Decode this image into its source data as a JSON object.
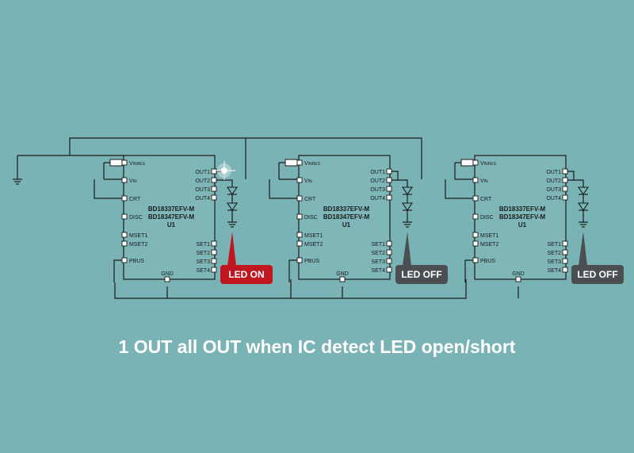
{
  "caption": "1 OUT all OUT when IC detect LED open/short",
  "colors": {
    "background": "#79b3b5",
    "ic_fill": "#7fb7b9",
    "wire": "#1a1a1a",
    "led_on_badge": "#c0161f",
    "led_off_badge": "#4b4f51"
  },
  "icons": [
    "resistor-icon",
    "led-diode-icon",
    "ground-icon",
    "led-glow-icon"
  ],
  "chips": [
    {
      "part_line1": "BD18337EFV-M",
      "part_line2": "BD18347EFV-M",
      "designator": "U1",
      "pins_left": [
        "V",
        "V",
        "CRT",
        "DISC",
        "MSET1",
        "MSET2",
        "PBUS"
      ],
      "pins_left_sub": [
        "INRES",
        "IN",
        "",
        "",
        "",
        "",
        ""
      ],
      "pins_right": [
        "OUT1",
        "OUT2",
        "OUT3",
        "OUT4",
        "SET1",
        "SET2",
        "SET3",
        "SET4"
      ],
      "pin_bottom": "GND",
      "status": "LED ON",
      "status_on": true
    },
    {
      "part_line1": "BD18337EFV-M",
      "part_line2": "BD18347EFV-M",
      "designator": "U1",
      "pins_left": [
        "V",
        "V",
        "CRT",
        "DISC",
        "MSET1",
        "MSET2",
        "PBUS"
      ],
      "pins_left_sub": [
        "INRES",
        "IN",
        "",
        "",
        "",
        "",
        ""
      ],
      "pins_right": [
        "OUT1",
        "OUT2",
        "OUT3",
        "OUT4",
        "SET1",
        "SET2",
        "SET3",
        "SET4"
      ],
      "pin_bottom": "GND",
      "status": "LED OFF",
      "status_on": false
    },
    {
      "part_line1": "BD18337EFV-M",
      "part_line2": "BD18347EFV-M",
      "designator": "U1",
      "pins_left": [
        "V",
        "V",
        "CRT",
        "DISC",
        "MSET1",
        "MSET2",
        "PBUS"
      ],
      "pins_left_sub": [
        "INRES",
        "IN",
        "",
        "",
        "",
        "",
        ""
      ],
      "pins_right": [
        "OUT1",
        "OUT2",
        "OUT3",
        "OUT4",
        "SET1",
        "SET2",
        "SET3",
        "SET4"
      ],
      "pin_bottom": "GND",
      "status": "LED OFF",
      "status_on": false
    }
  ]
}
